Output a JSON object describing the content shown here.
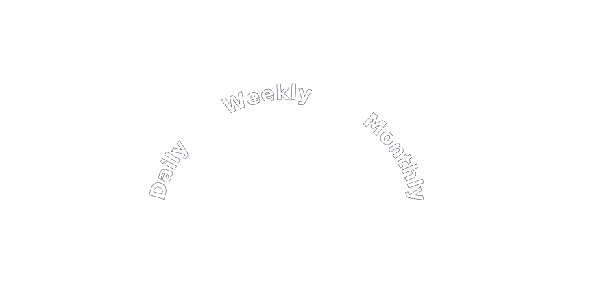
{
  "labels": {
    "daily": "Daily",
    "weekly": "Weekly",
    "monthly": "Monthly"
  },
  "colors": {
    "background": "#ffffff",
    "text_fill": "#ffffff",
    "text_outline": "#1f2a44"
  }
}
